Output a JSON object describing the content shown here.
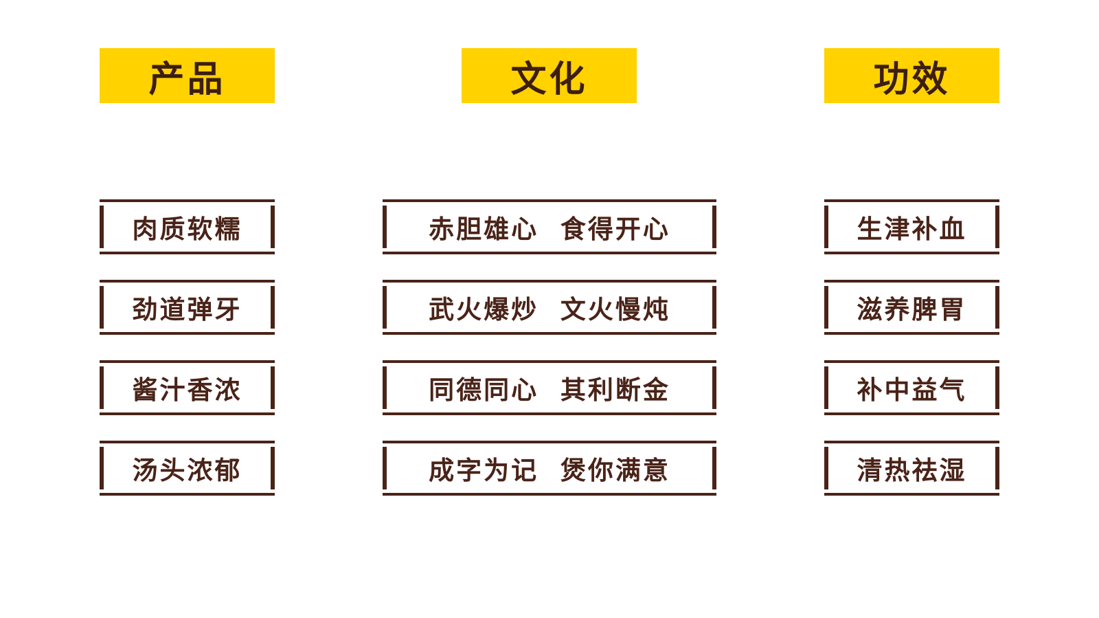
{
  "columns": [
    {
      "header": "产品",
      "items": [
        "肉质软糯",
        "劲道弹牙",
        "酱汁香浓",
        "汤头浓郁"
      ]
    },
    {
      "header": "文化",
      "items": [
        "赤胆雄心  食得开心",
        "武火爆炒  文火慢炖",
        "同德同心  其利断金",
        "成字为记  煲你满意"
      ]
    },
    {
      "header": "功效",
      "items": [
        "生津补血",
        "滋养脾胃",
        "补中益气",
        "清热祛湿"
      ]
    }
  ],
  "colors": {
    "header_bg": "#ffd200",
    "header_text": "#3d1e12",
    "frame": "#4a2318",
    "background": "#ffffff"
  }
}
